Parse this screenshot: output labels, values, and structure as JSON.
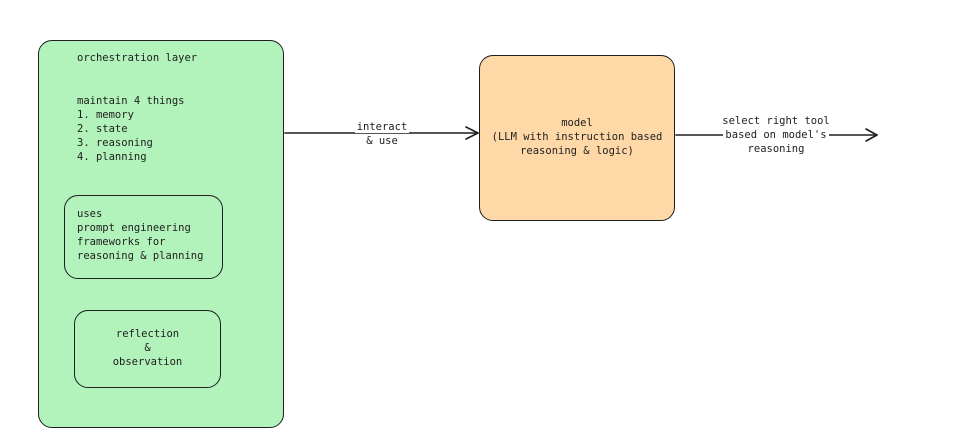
{
  "orchestration": {
    "title": "orchestration layer",
    "lines": [
      "maintain 4 things",
      "1. memory",
      "2. state",
      "3. reasoning",
      "4. planning"
    ],
    "uses_lines": [
      "uses",
      "prompt engineering",
      "frameworks for",
      "reasoning & planning"
    ],
    "reflection_lines": [
      "reflection",
      "&",
      "observation"
    ]
  },
  "arrow_interact": {
    "lines": [
      "interact",
      "& use"
    ]
  },
  "model": {
    "lines": [
      "model",
      "(LLM with instruction based",
      "reasoning & logic)"
    ]
  },
  "arrow_select": {
    "lines": [
      "select right tool",
      "based on model's",
      "reasoning"
    ]
  },
  "colors": {
    "orchestration_fill": "#b2f2bb",
    "model_fill": "#ffd8a8",
    "stroke": "#1e1e1e"
  }
}
